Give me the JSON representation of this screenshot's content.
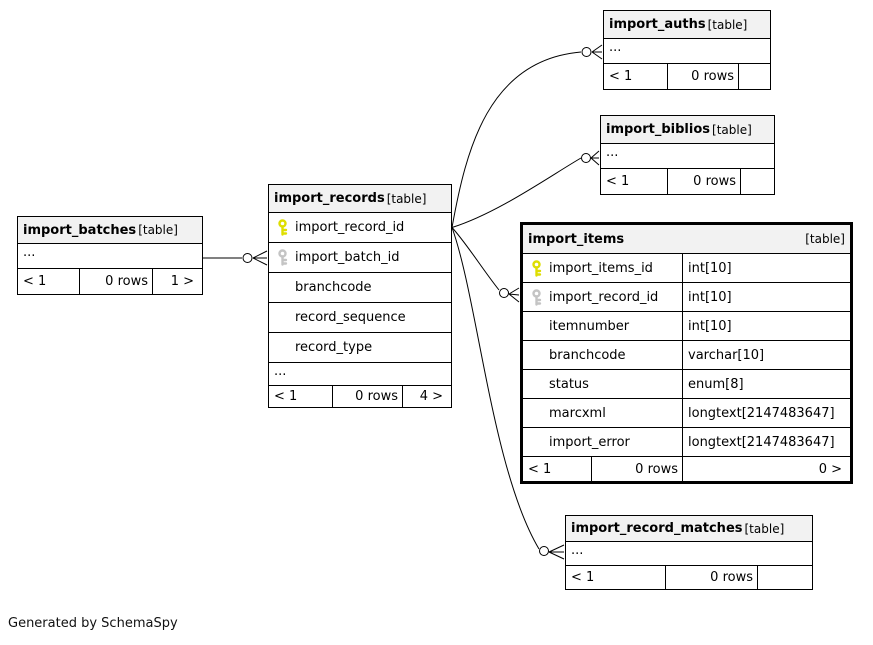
{
  "credit": "Generated by SchemaSpy",
  "colors": {
    "primary_key": "#dede00",
    "foreign_key": "#c4c4c4",
    "header_bg": "#f2f2f2",
    "edge": "#000000"
  },
  "tables": {
    "batches": {
      "title": "import_batches",
      "tag": "[table]",
      "ellipsis": "...",
      "footer": {
        "left": "< 1",
        "mid": "0 rows",
        "right": "1 >"
      }
    },
    "records": {
      "title": "import_records",
      "tag": "[table]",
      "rows": [
        {
          "icon": "primary-key",
          "label": "import_record_id"
        },
        {
          "icon": "foreign-key",
          "label": "import_batch_id"
        },
        {
          "icon": "",
          "label": "branchcode"
        },
        {
          "icon": "",
          "label": "record_sequence"
        },
        {
          "icon": "",
          "label": "record_type"
        }
      ],
      "ellipsis": "...",
      "footer": {
        "left": "< 1",
        "mid": "0 rows",
        "right": "4 >"
      }
    },
    "auths": {
      "title": "import_auths",
      "tag": "[table]",
      "ellipsis": "...",
      "footer": {
        "left": "< 1",
        "mid": "0 rows",
        "right": ""
      }
    },
    "biblios": {
      "title": "import_biblios",
      "tag": "[table]",
      "ellipsis": "...",
      "footer": {
        "left": "< 1",
        "mid": "0 rows",
        "right": ""
      }
    },
    "items": {
      "title": "import_items",
      "tag": "[table]",
      "rows": [
        {
          "icon": "primary-key",
          "label": "import_items_id",
          "type": "int[10]"
        },
        {
          "icon": "foreign-key",
          "label": "import_record_id",
          "type": "int[10]"
        },
        {
          "icon": "",
          "label": "itemnumber",
          "type": "int[10]"
        },
        {
          "icon": "",
          "label": "branchcode",
          "type": "varchar[10]"
        },
        {
          "icon": "",
          "label": "status",
          "type": "enum[8]"
        },
        {
          "icon": "",
          "label": "marcxml",
          "type": "longtext[2147483647]"
        },
        {
          "icon": "",
          "label": "import_error",
          "type": "longtext[2147483647]"
        }
      ],
      "footer": {
        "left": "< 1",
        "mid": "0 rows",
        "right": "0 >"
      }
    },
    "matches": {
      "title": "import_record_matches",
      "tag": "[table]",
      "ellipsis": "...",
      "footer": {
        "left": "< 1",
        "mid": "0 rows",
        "right": ""
      }
    }
  }
}
